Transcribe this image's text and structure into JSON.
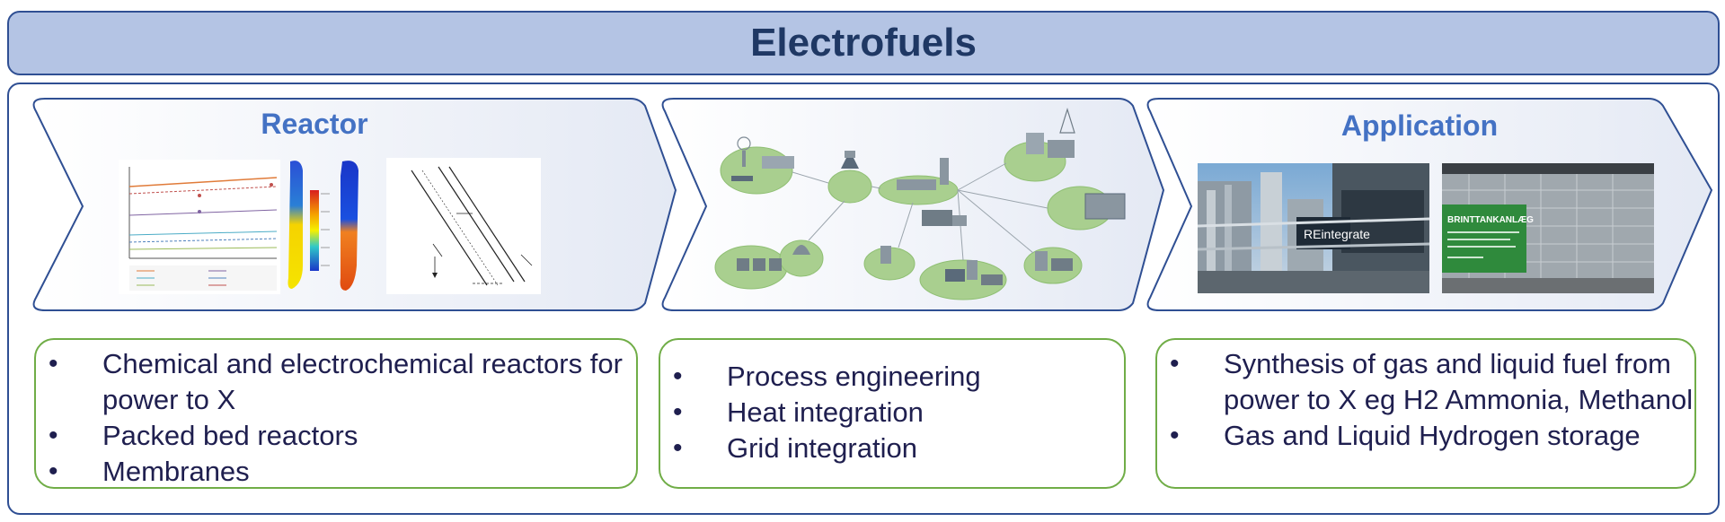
{
  "title": "Electrofuels",
  "sections": [
    {
      "title": "Reactor",
      "bullets": [
        "Chemical and electrochemical reactors for  power to X",
        "Packed bed reactors",
        "Membranes"
      ]
    },
    {
      "title": "",
      "bullets": [
        "Process engineering",
        "Heat integration",
        "Grid integration"
      ]
    },
    {
      "title": "Application",
      "bullets": [
        "Synthesis of gas and liquid fuel from power to X eg H2 Ammonia, Methanol",
        "Gas and Liquid Hydrogen storage"
      ]
    }
  ],
  "images": {
    "reactor_diagrams": [
      "line-plot-thumbnail",
      "temperature-contour-thumbnail",
      "reactor-channel-sketch"
    ],
    "process_diagram": "power-to-x-process-diagram",
    "application_photos": [
      "reintegrate-plant-photo",
      "hydrogen-filling-station-photo"
    ]
  },
  "photo_labels": {
    "reintegrate": "REintegrate",
    "station_sign": "BRINTTANKANLÆG"
  },
  "colors": {
    "title_fill": "#b4c4e4",
    "border": "#2f4f93",
    "accent_title": "#4472c4",
    "bullet_border": "#70ad47",
    "diagram_green": "#a9cf8f"
  }
}
